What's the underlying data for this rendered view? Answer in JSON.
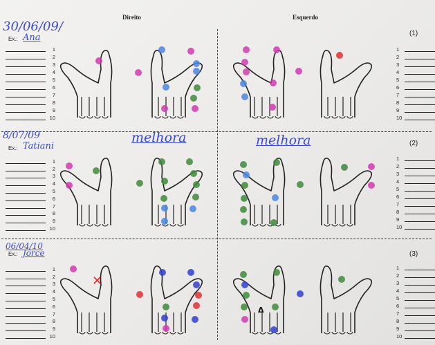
{
  "header": {
    "right_label": "Direito",
    "left_label": "Esquerdo"
  },
  "sections": [
    {
      "number": "(1)",
      "ex_label": "Ex.:",
      "handwritten_date": "30/06/09/",
      "handwritten_name": "Ana",
      "note_left": "",
      "note_right": ""
    },
    {
      "number": "(2)",
      "ex_label": "Ex.:",
      "handwritten_date": "8/07/09",
      "handwritten_name": "Tatiani",
      "note_left": "melhora",
      "note_right": "melhora"
    },
    {
      "number": "(3)",
      "ex_label": "Ex.:",
      "handwritten_date": "06/04/10",
      "handwritten_name": "Jorce",
      "note_left": "",
      "note_right": ""
    }
  ],
  "line_numbers": [
    "1",
    "2",
    "3",
    "4",
    "5",
    "6",
    "7",
    "8",
    "9",
    "10"
  ],
  "marks": {
    "x_mark": "✕",
    "triangle_mark": "Δ"
  },
  "colors": {
    "ink_blue": "#3a4ad0",
    "magenta": "#d23ab0",
    "green": "#3f8a3a",
    "blue_dot": "#4a86e0",
    "red": "#e03030",
    "royal": "#2f3fd0"
  }
}
